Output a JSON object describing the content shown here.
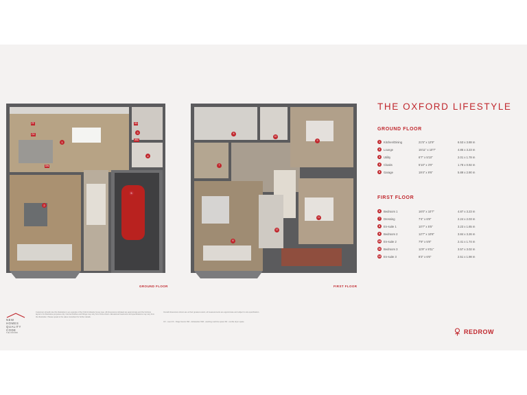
{
  "title": "THE OXFORD LIFESTYLE",
  "ground_floor": {
    "heading": "GROUND FLOOR",
    "plan_label": "GROUND FLOOR",
    "rooms": [
      {
        "num": "1",
        "name": "Kitchen/Dining",
        "imperial": "21'5\" x 12'9\"",
        "metric": "6.53 x 3.88 m"
      },
      {
        "num": "2",
        "name": "Lounge",
        "imperial": "15'11\" x 10'7\"",
        "metric": "4.85 x 3.23 m"
      },
      {
        "num": "3",
        "name": "Utility",
        "imperial": "6'7\" x 5'10\"",
        "metric": "2.01 x 1.78 m"
      },
      {
        "num": "4",
        "name": "Cloaks",
        "imperial": "5'10\" x 3'0\"",
        "metric": "1.78 x 0.92 m"
      },
      {
        "num": "5",
        "name": "Garage",
        "imperial": "19'4\" x 9'6\"",
        "metric": "5.89 x 2.90 m"
      }
    ],
    "plan_tags": {
      "t1": "1",
      "t2": "2",
      "t3": "3",
      "t4": "4",
      "t5": "5",
      "ov": "OV",
      "ff": "FF",
      "dw": "DW",
      "sd": "SD",
      "wm": "WM"
    }
  },
  "first_floor": {
    "heading": "FIRST FLOOR",
    "plan_label": "FIRST FLOOR",
    "rooms": [
      {
        "num": "6",
        "name": "Bedroom 1",
        "imperial": "16'0\" x 10'7\"",
        "metric": "4.87 x 3.23 m"
      },
      {
        "num": "7",
        "name": "Dressing",
        "imperial": "7'4\" x 6'8\"",
        "metric": "2.24 x 2.03 m"
      },
      {
        "num": "8",
        "name": "En-suite 1",
        "imperial": "10'7\" x 5'5\"",
        "metric": "3.23 x 1.65 m"
      },
      {
        "num": "9",
        "name": "Bedroom 2",
        "imperial": "12'7\" x 10'8\"",
        "metric": "3.84 x 3.26 m"
      },
      {
        "num": "10",
        "name": "En-suite 2",
        "imperial": "7'9\" x 5'8\"",
        "metric": "2.41 x 1.74 m"
      },
      {
        "num": "11",
        "name": "Bedroom 3",
        "imperial": "11'9\" x 9'11\"",
        "metric": "3.57 x 3.02 m"
      },
      {
        "num": "12",
        "name": "En-suite 3",
        "imperial": "8'3\" x 6'6\"",
        "metric": "2.51 x 1.98 m"
      }
    ]
  },
  "footer": {
    "nhqc": [
      "NEW",
      "HOMES",
      "QUALITY",
      "CODE"
    ],
    "ref": "THE OXFORD",
    "disclaimer": "Customers should note this illustration is an example of the Oxford Lifestyle house type. All dimensions indicated are approximate and the furniture layout is for illustrative purposes only. Internal finishes and fittings may vary from those shown. Elevational treatments and specifications may vary from the illustration. Please speak to the sales consultant for further details.",
    "notes": "Overall dimensions shown are at their greatest extent, all measurements are approximate and subject to site specification.",
    "key": "OV - oven   FF - fridge freezer   DW - dishwasher   WM - washing machine space   SD - tumble dryer space",
    "brand": "REDROW"
  }
}
